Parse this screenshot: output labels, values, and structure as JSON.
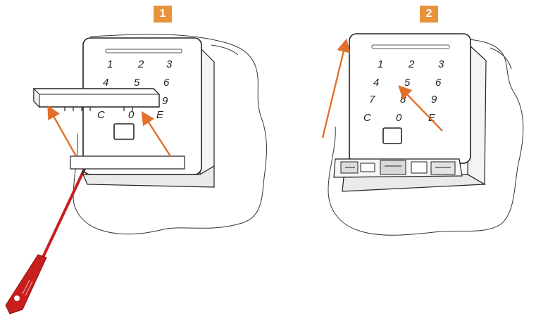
{
  "steps": [
    {
      "number": "1"
    },
    {
      "number": "2"
    }
  ],
  "keypad_1": {
    "keys": [
      "1",
      "2",
      "3",
      "4",
      "5",
      "6",
      "9",
      "C",
      "0",
      "E"
    ]
  },
  "keypad_2": {
    "keys": [
      "1",
      "2",
      "3",
      "4",
      "5",
      "6",
      "7",
      "8",
      "9",
      "C",
      "0",
      "E"
    ]
  },
  "colors": {
    "badge": "#e8933a",
    "arrow": "#e2702a",
    "screwdriver": "#c81e1e",
    "line": "#222222"
  }
}
